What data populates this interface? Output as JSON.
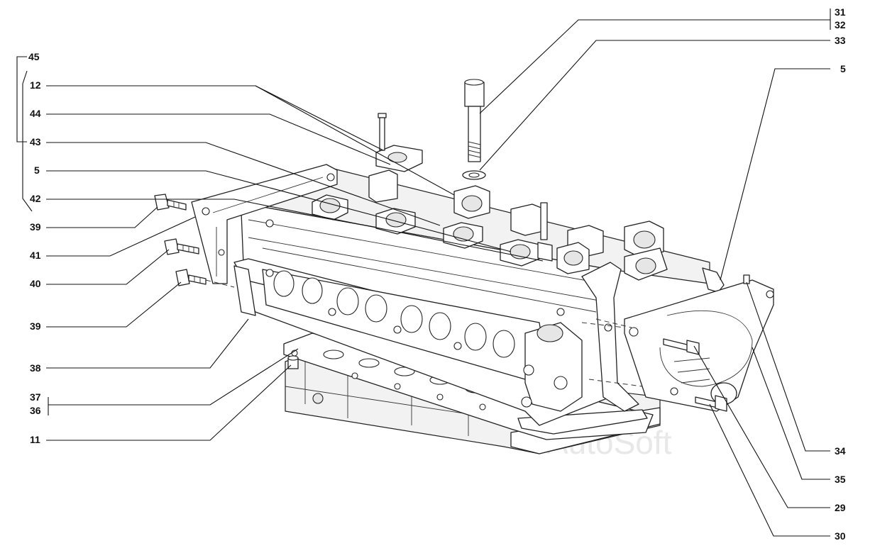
{
  "callouts": {
    "l45": "45",
    "l12": "12",
    "l44": "44",
    "l43": "43",
    "l5a": "5",
    "l42": "42",
    "l39a": "39",
    "l41": "41",
    "l40": "40",
    "l39b": "39",
    "l38": "38",
    "l37": "37",
    "l36": "36",
    "l11": "11",
    "r31": "31",
    "r32": "32",
    "r33": "33",
    "r5": "5",
    "r34": "34",
    "r35": "35",
    "r29": "29",
    "r30": "30"
  },
  "watermark": "AutoSoft"
}
